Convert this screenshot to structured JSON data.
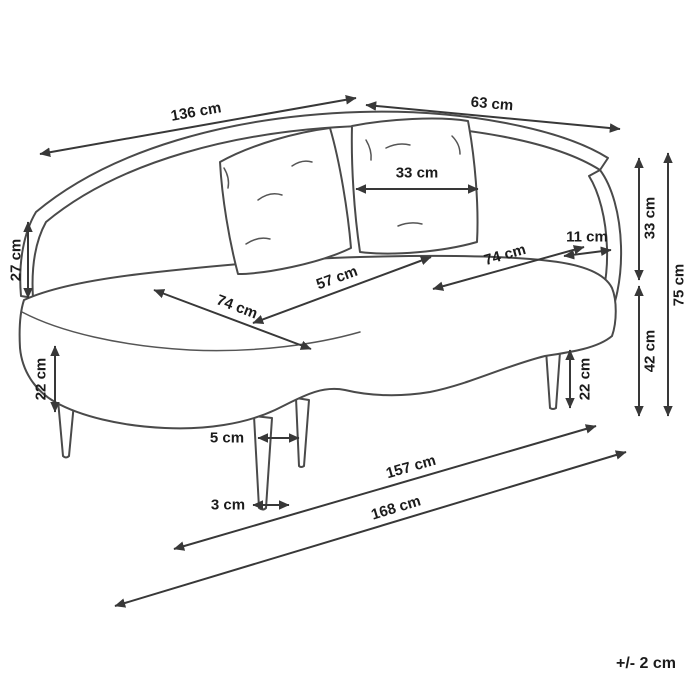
{
  "diagram": {
    "tolerance": "+/- 2 cm",
    "dim": {
      "back_left": "136 cm",
      "back_right": "63 cm",
      "cushion_width": "33 cm",
      "arm_height_left": "27 cm",
      "back_top_depth": "11 cm",
      "back_upper_height": "33 cm",
      "total_height": "75 cm",
      "seat_to_top_height": "42 cm",
      "seat_depth_right": "74 cm",
      "seat_width_middle": "57 cm",
      "seat_depth_left": "74 cm",
      "base_height_left": "22 cm",
      "leg_height_right": "22 cm",
      "leg_gap": "5 cm",
      "leg_width": "3 cm",
      "inner_length": "157 cm",
      "total_length": "168 cm"
    }
  }
}
